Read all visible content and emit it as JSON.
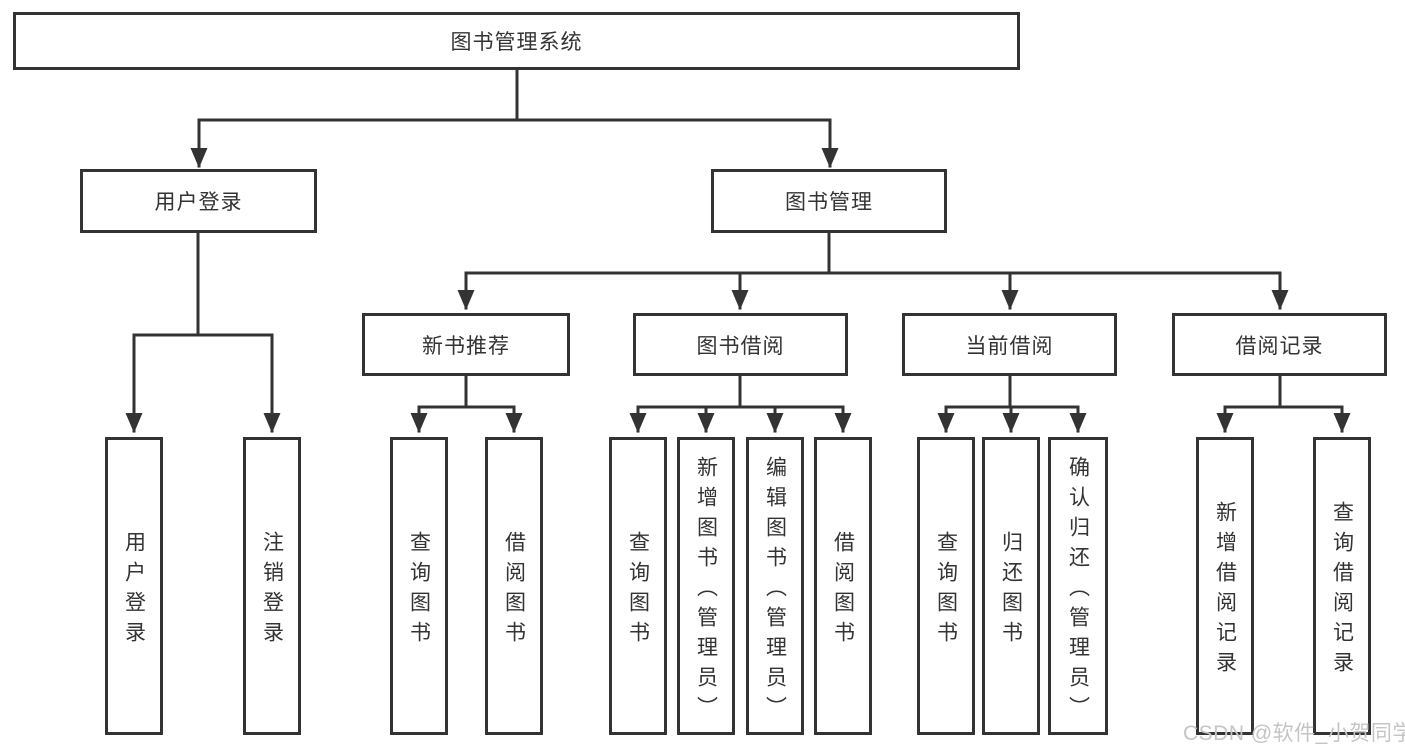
{
  "diagram": {
    "root": "图书管理系统",
    "branches": [
      {
        "label": "用户登录",
        "children": [
          "用户登录",
          "注销登录"
        ]
      },
      {
        "label": "图书管理",
        "sections": [
          {
            "label": "新书推荐",
            "children": [
              "查询图书",
              "借阅图书"
            ]
          },
          {
            "label": "图书借阅",
            "children": [
              "查询图书",
              "新增图书（管理员）",
              "编辑图书（管理员）",
              "借阅图书"
            ]
          },
          {
            "label": "当前借阅",
            "children": [
              "查询图书",
              "归还图书",
              "确认归还（管理员）"
            ]
          },
          {
            "label": "借阅记录",
            "children": [
              "新增借阅记录",
              "查询借阅记录"
            ]
          }
        ]
      }
    ]
  },
  "watermark": {
    "text": "CSDN @软件_小贺同学",
    "color": "#c5c5c5"
  },
  "colors": {
    "line": "#333333",
    "text": "#333333",
    "box_background": "#ffffff",
    "page_background": "#ffffff"
  }
}
